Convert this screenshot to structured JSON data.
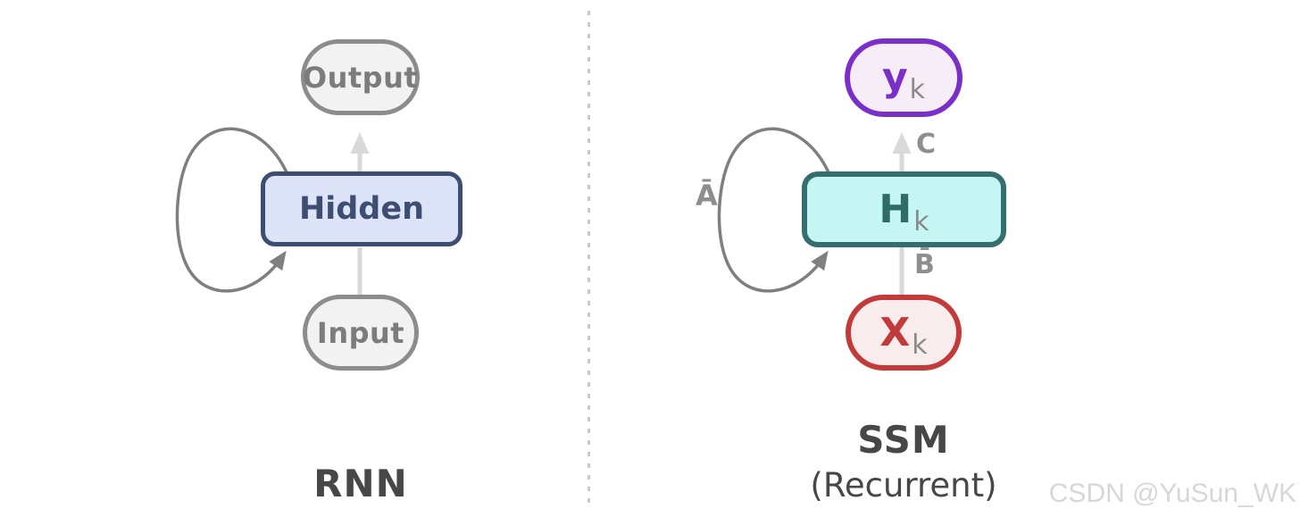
{
  "diagram": {
    "rnn": {
      "output_label": "Output",
      "hidden_label": "Hidden",
      "input_label": "Input",
      "caption": "RNN"
    },
    "ssm": {
      "output_sym": "y",
      "output_sub": "k",
      "state_sym": "H",
      "state_sub": "k",
      "input_sym": "X",
      "input_sub": "k",
      "edge_label_c": "C",
      "edge_label_b_bar": "B̄",
      "edge_label_a_bar": "Ā",
      "caption_title": "SSM",
      "caption_subtitle": "(Recurrent)"
    }
  },
  "watermark": "CSDN @YuSun_WK",
  "colors": {
    "gray_node_border": "#8c8c8c",
    "gray_node_fill": "#f2f2f2",
    "gray_node_text": "#7c7c7c",
    "hidden_border": "#3e4d72",
    "hidden_fill": "#dde4f8",
    "y_border": "#7a2fc9",
    "y_fill": "#f6edf7",
    "h_border": "#346f6d",
    "h_fill": "#c6f6f4",
    "x_border": "#c23a3a",
    "x_fill": "#f9ecec",
    "light_arrow": "#d9d9d9",
    "loop_arrow": "#7f7f7f",
    "edge_label_text": "#8e8e8e",
    "caption_text": "#474747",
    "divider": "#cacaca",
    "watermark_text": "#d7d7d7"
  }
}
